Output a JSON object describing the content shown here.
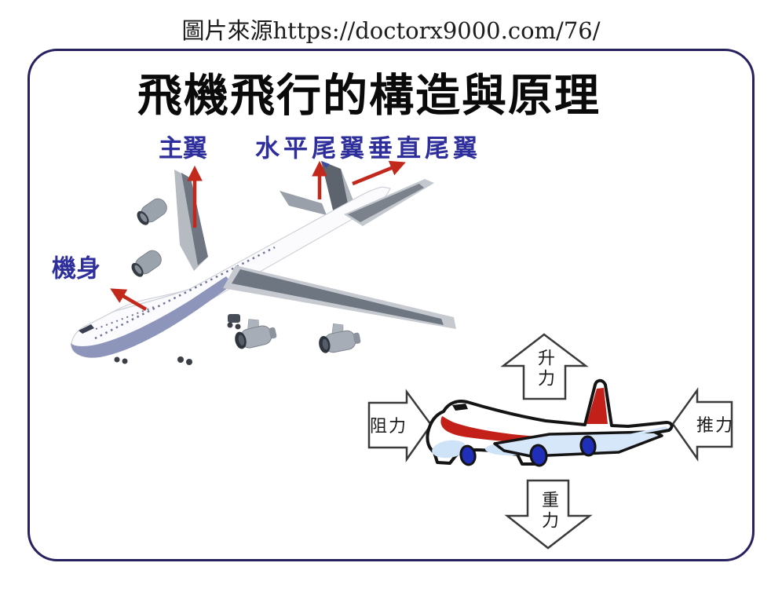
{
  "caption": {
    "text": "圖片來源https://doctorx9000.com/76/"
  },
  "diagram": {
    "title": "飛機飛行的構造與原理",
    "labels": {
      "main_wing": "主翼",
      "horizontal_stabilizer": "水平尾翼",
      "vertical_stabilizer": "垂直尾翼",
      "fuselage": "機身"
    },
    "forces": {
      "lift": "升力",
      "drag": "阻力",
      "thrust": "推力",
      "gravity": "重力"
    },
    "colors": {
      "border_navy": "#27215f",
      "label_blue": "#2e2e9c",
      "arrow_red": "#c3281c",
      "cartoon_red": "#c4201a",
      "cartoon_blue_engine": "#1f2fb8",
      "cartoon_light_blue": "#d7e7fa",
      "belly_blue_gray": "#8d96ba"
    }
  }
}
